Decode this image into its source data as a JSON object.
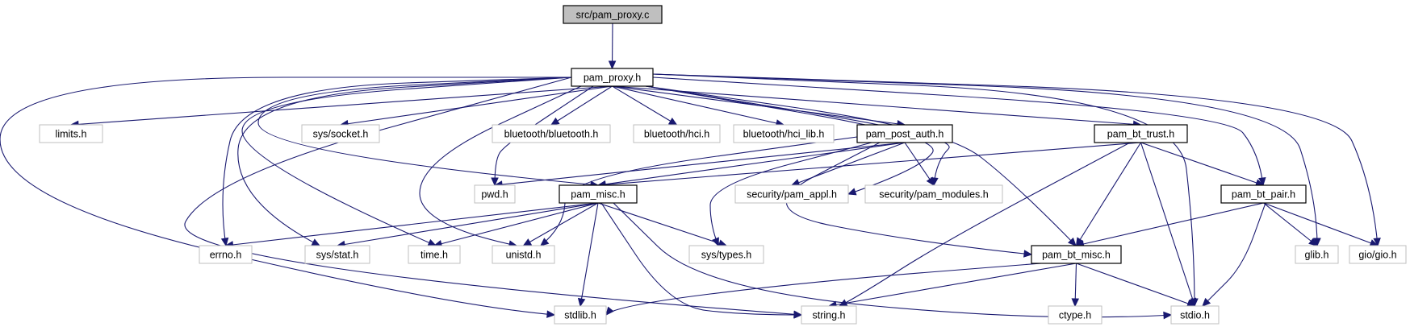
{
  "graph": {
    "title": "src/pam_proxy.c",
    "nodes": [
      {
        "id": "pam_proxy_c",
        "label": "src/pam_proxy.c",
        "kind": "root"
      },
      {
        "id": "pam_proxy_h",
        "label": "pam_proxy.h",
        "kind": "local"
      },
      {
        "id": "limits_h",
        "label": "limits.h",
        "kind": "system"
      },
      {
        "id": "sys_socket_h",
        "label": "sys/socket.h",
        "kind": "system"
      },
      {
        "id": "bluetooth_h",
        "label": "bluetooth/bluetooth.h",
        "kind": "system"
      },
      {
        "id": "hci_h",
        "label": "bluetooth/hci.h",
        "kind": "system"
      },
      {
        "id": "hci_lib_h",
        "label": "bluetooth/hci_lib.h",
        "kind": "system"
      },
      {
        "id": "pam_post_auth_h",
        "label": "pam_post_auth.h",
        "kind": "local"
      },
      {
        "id": "pam_bt_trust_h",
        "label": "pam_bt_trust.h",
        "kind": "local"
      },
      {
        "id": "pwd_h",
        "label": "pwd.h",
        "kind": "system"
      },
      {
        "id": "pam_misc_h",
        "label": "pam_misc.h",
        "kind": "local"
      },
      {
        "id": "pam_appl_h",
        "label": "security/pam_appl.h",
        "kind": "system"
      },
      {
        "id": "pam_modules_h",
        "label": "security/pam_modules.h",
        "kind": "system"
      },
      {
        "id": "pam_bt_pair_h",
        "label": "pam_bt_pair.h",
        "kind": "local"
      },
      {
        "id": "errno_h",
        "label": "errno.h",
        "kind": "system"
      },
      {
        "id": "sys_stat_h",
        "label": "sys/stat.h",
        "kind": "system"
      },
      {
        "id": "time_h",
        "label": "time.h",
        "kind": "system"
      },
      {
        "id": "unistd_h",
        "label": "unistd.h",
        "kind": "system"
      },
      {
        "id": "sys_types_h",
        "label": "sys/types.h",
        "kind": "system"
      },
      {
        "id": "pam_bt_misc_h",
        "label": "pam_bt_misc.h",
        "kind": "local"
      },
      {
        "id": "glib_h",
        "label": "glib.h",
        "kind": "system"
      },
      {
        "id": "gio_h",
        "label": "gio/gio.h",
        "kind": "system"
      },
      {
        "id": "stdlib_h",
        "label": "stdlib.h",
        "kind": "system"
      },
      {
        "id": "string_h",
        "label": "string.h",
        "kind": "system"
      },
      {
        "id": "ctype_h",
        "label": "ctype.h",
        "kind": "system"
      },
      {
        "id": "stdio_h",
        "label": "stdio.h",
        "kind": "system"
      }
    ],
    "edges": [
      [
        "pam_proxy_c",
        "pam_proxy_h"
      ],
      [
        "pam_proxy_h",
        "limits_h"
      ],
      [
        "pam_proxy_h",
        "sys_socket_h"
      ],
      [
        "pam_proxy_h",
        "bluetooth_h"
      ],
      [
        "pam_proxy_h",
        "hci_h"
      ],
      [
        "pam_proxy_h",
        "hci_lib_h"
      ],
      [
        "pam_proxy_h",
        "pam_post_auth_h"
      ],
      [
        "pam_proxy_h",
        "pam_bt_trust_h"
      ],
      [
        "pam_proxy_h",
        "pwd_h"
      ],
      [
        "pam_proxy_h",
        "pam_misc_h"
      ],
      [
        "pam_proxy_h",
        "pam_appl_h"
      ],
      [
        "pam_proxy_h",
        "pam_modules_h"
      ],
      [
        "pam_proxy_h",
        "pam_bt_pair_h"
      ],
      [
        "pam_proxy_h",
        "errno_h"
      ],
      [
        "pam_proxy_h",
        "sys_stat_h"
      ],
      [
        "pam_proxy_h",
        "time_h"
      ],
      [
        "pam_proxy_h",
        "unistd_h"
      ],
      [
        "pam_proxy_h",
        "pam_bt_misc_h"
      ],
      [
        "pam_proxy_h",
        "glib_h"
      ],
      [
        "pam_proxy_h",
        "gio_h"
      ],
      [
        "pam_proxy_h",
        "stdlib_h"
      ],
      [
        "pam_proxy_h",
        "string_h"
      ],
      [
        "pam_proxy_h",
        "stdio_h"
      ],
      [
        "pam_post_auth_h",
        "pwd_h"
      ],
      [
        "pam_post_auth_h",
        "pam_misc_h"
      ],
      [
        "pam_post_auth_h",
        "pam_appl_h"
      ],
      [
        "pam_post_auth_h",
        "pam_modules_h"
      ],
      [
        "pam_post_auth_h",
        "unistd_h"
      ],
      [
        "pam_post_auth_h",
        "sys_types_h"
      ],
      [
        "pam_post_auth_h",
        "pam_bt_misc_h"
      ],
      [
        "pam_bt_trust_h",
        "pam_misc_h"
      ],
      [
        "pam_bt_trust_h",
        "pam_bt_pair_h"
      ],
      [
        "pam_bt_trust_h",
        "pam_bt_misc_h"
      ],
      [
        "pam_bt_trust_h",
        "string_h"
      ],
      [
        "pam_bt_trust_h",
        "stdio_h"
      ],
      [
        "pam_bt_pair_h",
        "pam_bt_misc_h"
      ],
      [
        "pam_bt_pair_h",
        "glib_h"
      ],
      [
        "pam_bt_pair_h",
        "gio_h"
      ],
      [
        "pam_bt_pair_h",
        "stdio_h"
      ],
      [
        "pam_misc_h",
        "errno_h"
      ],
      [
        "pam_misc_h",
        "sys_stat_h"
      ],
      [
        "pam_misc_h",
        "time_h"
      ],
      [
        "pam_misc_h",
        "unistd_h"
      ],
      [
        "pam_misc_h",
        "sys_types_h"
      ],
      [
        "pam_misc_h",
        "stdlib_h"
      ],
      [
        "pam_misc_h",
        "string_h"
      ],
      [
        "pam_misc_h",
        "stdio_h"
      ],
      [
        "pam_bt_misc_h",
        "stdlib_h"
      ],
      [
        "pam_bt_misc_h",
        "string_h"
      ],
      [
        "pam_bt_misc_h",
        "ctype_h"
      ],
      [
        "pam_bt_misc_h",
        "stdio_h"
      ]
    ],
    "colors": {
      "edge": "#191970",
      "root_fill": "#bfbfbf",
      "local_border": "#000000",
      "system_border": "#bfbfbf"
    }
  }
}
